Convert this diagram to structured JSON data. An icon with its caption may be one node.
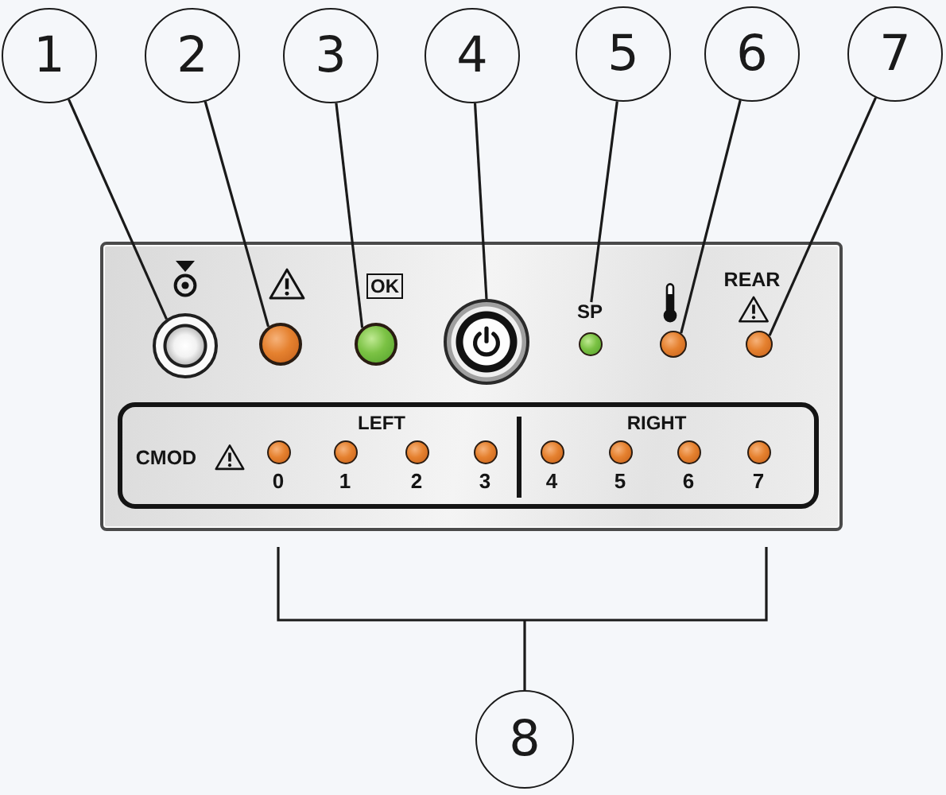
{
  "diagram": {
    "nodes": [
      {
        "text": [
          "1"
        ]
      },
      {
        "text": [
          "2"
        ]
      },
      {
        "text": [
          "3"
        ]
      },
      {
        "text": [
          "4"
        ]
      },
      {
        "text": [
          "5"
        ]
      },
      {
        "text": [
          "6"
        ]
      },
      {
        "text": [
          "7"
        ]
      },
      {
        "text": [],
        "shape": "box"
      },
      {
        "text": [],
        "shape": "circle",
        "in": 7
      },
      {
        "text": [],
        "shape": "circle",
        "in": 7
      },
      {
        "text": [],
        "shape": "circle",
        "in": 7,
        "beside": [
          "OK"
        ]
      },
      {
        "text": [],
        "shape": "circle",
        "in": 7
      },
      {
        "text": [
          "SP"
        ],
        "in": 7
      },
      {
        "text": [],
        "shape": "circle",
        "in": 7
      },
      {
        "text": [],
        "shape": "circle",
        "in": 7,
        "beside": [
          "REAR"
        ]
      },
      {
        "text": [
          "CMOD",
          "LEFT",
          "RIGHT",
          "0",
          "1",
          "2",
          "3",
          "4",
          "5",
          "6",
          "7"
        ],
        "in": 7
      },
      {
        "text": [
          "8"
        ]
      }
    ],
    "edges": [
      {
        "from": 0,
        "to": 8,
        "arrow": "none"
      },
      {
        "from": 1,
        "to": 9,
        "arrow": "none"
      },
      {
        "from": 2,
        "to": 10,
        "arrow": "none"
      },
      {
        "from": 3,
        "to": 11,
        "arrow": "none"
      },
      {
        "from": 4,
        "to": 12,
        "arrow": "none"
      },
      {
        "from": 5,
        "to": 13,
        "arrow": "none"
      },
      {
        "from": 6,
        "to": 14,
        "arrow": "none"
      },
      {
        "from": 16,
        "to": 15,
        "arrow": "none"
      }
    ]
  }
}
